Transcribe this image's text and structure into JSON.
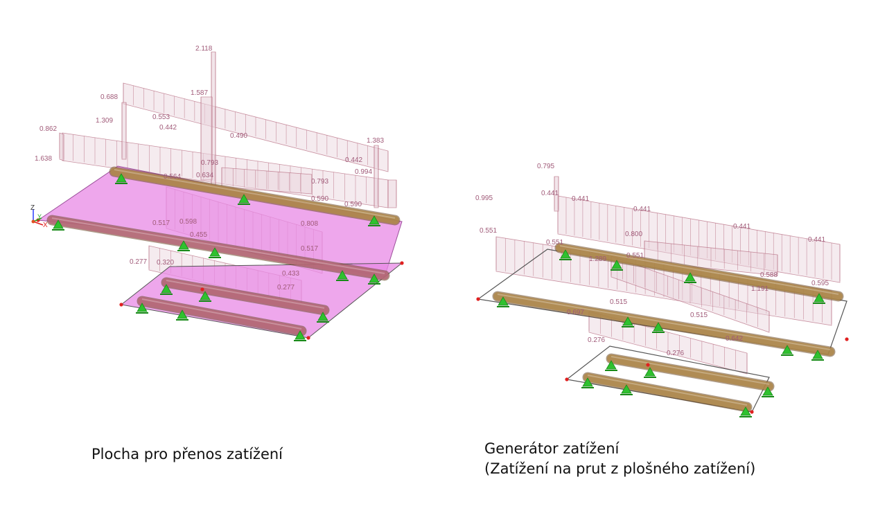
{
  "captions": {
    "left": "Plocha pro přenos zatížení",
    "right_line1": "Generátor zatížení",
    "right_line2": "(Zatížení na prut z plošného zatížení)"
  },
  "axes_triad": {
    "z": "Z",
    "y": "Y",
    "x": "X"
  },
  "colors": {
    "surface": "#e889e6",
    "surface_edge": "#9b4f9a",
    "beam": "#b08a4a",
    "beam_pink": "#b86a7a",
    "load_fill": "#e9d3dc",
    "load_line": "#b3667c",
    "label": "#a05a78",
    "support": "#2fc12f",
    "node": "#e02020"
  },
  "left_model": {
    "load_values": [
      "2.118",
      "0.688",
      "1.587",
      "1.309",
      "0.553",
      "0.862",
      "0.442",
      "0.490",
      "1.383",
      "1.638",
      "0.793",
      "0.442",
      "0.634",
      "0.994",
      "0.564",
      "0.793",
      "0.590",
      "0.590",
      "0.517",
      "0.598",
      "0.808",
      "0.455",
      "0.517",
      "0.277",
      "0.320",
      "0.433",
      "0.277"
    ]
  },
  "right_model": {
    "load_values": [
      "0.795",
      "0.441",
      "0.441",
      "0.441",
      "0.995",
      "0.441",
      "0.441",
      "0.551",
      "0.800",
      "0.551",
      "0.551",
      "1.289",
      "0.588",
      "0.595",
      "1.191",
      "0.515",
      "0.697",
      "0.515",
      "0.642",
      "0.276",
      "0.276"
    ]
  }
}
